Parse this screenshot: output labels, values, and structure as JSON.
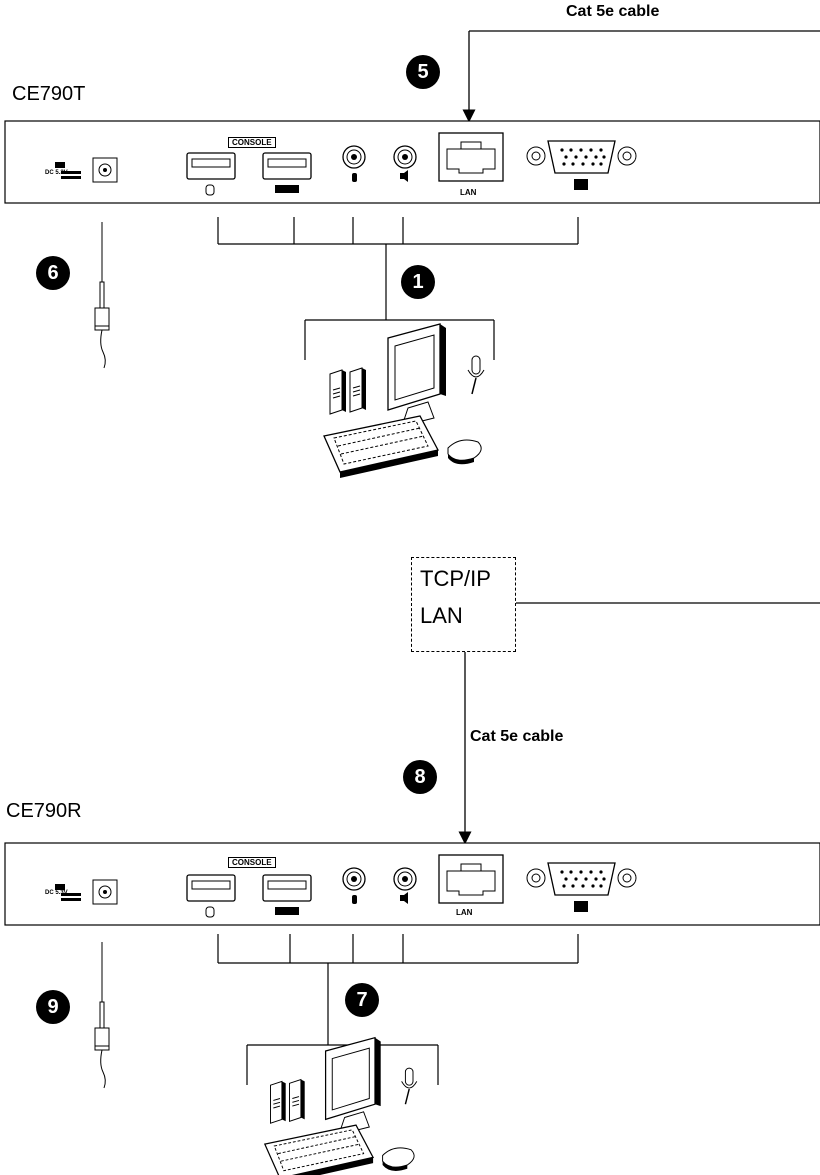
{
  "labels": {
    "top_cable": "Cat 5e cable",
    "mid_cable": "Cat 5e cable",
    "transmitter": "CE790T",
    "receiver": "CE790R",
    "network_line1": "TCP/IP",
    "network_line2": "LAN"
  },
  "transmitter_panel": {
    "console_label": "CONSOLE",
    "lan_label": "LAN",
    "power_label": "DC 5.3V"
  },
  "receiver_panel": {
    "console_label": "CONSOLE",
    "lan_label": "LAN",
    "power_label": "DC 5.3V"
  },
  "steps": {
    "console_local": "1",
    "lan_local": "5",
    "power_local": "6",
    "console_remote": "7",
    "lan_remote": "8",
    "power_remote": "9"
  },
  "icons": [
    "usb-port-icon",
    "audio-jack-icon",
    "rj45-port-icon",
    "vga-port-icon",
    "power-jack-icon",
    "power-plug-icon",
    "monitor-icon",
    "keyboard-icon",
    "mouse-icon",
    "speakers-icon",
    "microphone-icon"
  ]
}
